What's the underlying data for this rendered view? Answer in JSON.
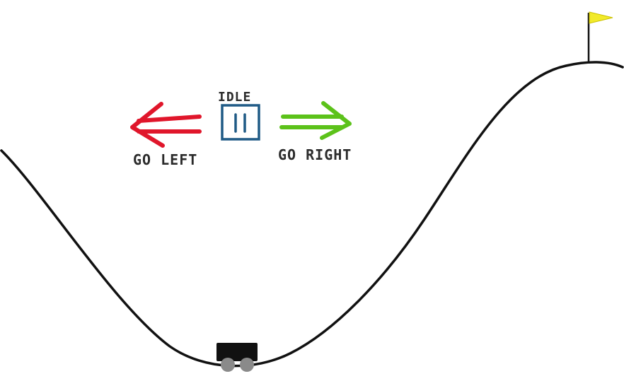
{
  "game": {
    "controls": {
      "left_label": "GO LEFT",
      "idle_label": "IDLE",
      "right_label": "GO RIGHT"
    },
    "colors": {
      "left_arrow": "#e0162b",
      "right_arrow": "#5cc21a",
      "idle_box": "#1f5a85",
      "flag": "#f2ea2a",
      "track": "#111111",
      "car_body": "#111111",
      "car_wheel": "#8a8a8a"
    },
    "icons": {
      "left": "left-arrow-icon",
      "idle": "pause-icon",
      "right": "right-arrow-icon",
      "goal": "flag-icon",
      "agent": "car-icon"
    }
  }
}
